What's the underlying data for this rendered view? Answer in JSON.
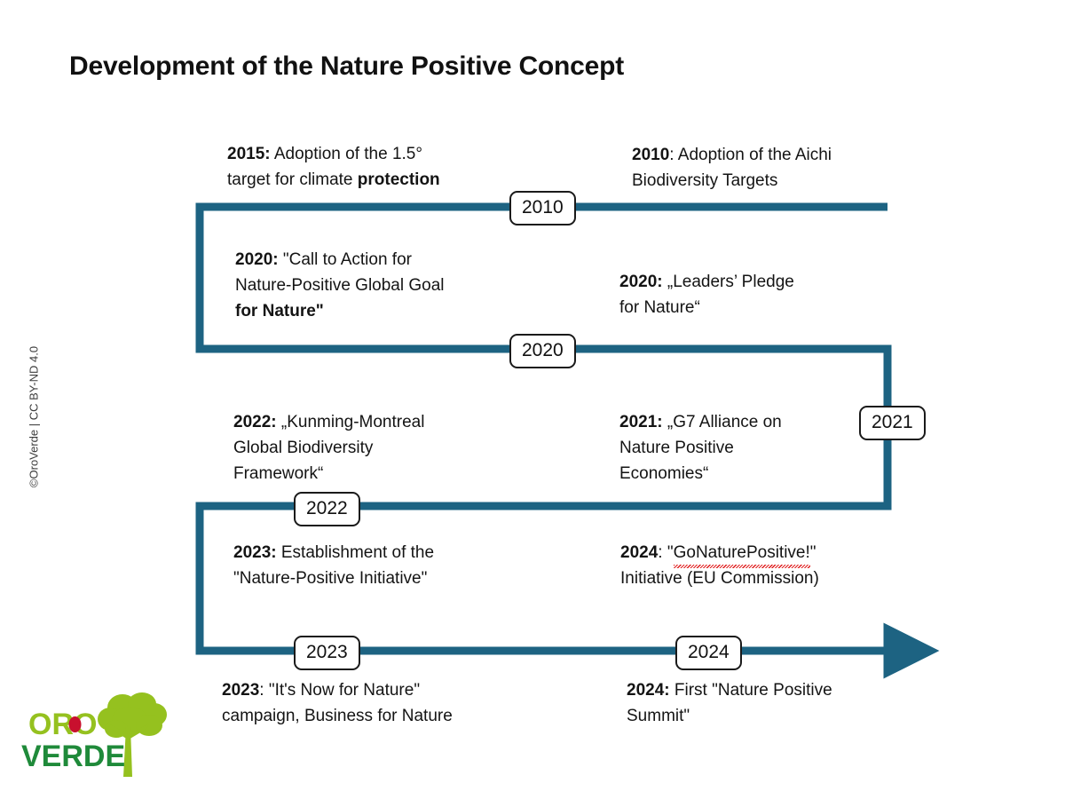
{
  "slide": {
    "title": "Development of the Nature Positive Concept",
    "background_color": "#ffffff",
    "timeline_color": "#1d6382",
    "badge_border_color": "#1a1a1a"
  },
  "credit": "©OroVerde | CC BY-ND 4.0",
  "timeline": {
    "markers": [
      {
        "label": "2010"
      },
      {
        "label": "2020"
      },
      {
        "label": "2021"
      },
      {
        "label": "2022"
      },
      {
        "label": "2023"
      },
      {
        "label": "2024"
      }
    ]
  },
  "events": [
    {
      "id": "e2015",
      "year": "2015:",
      "line1_rest": " Adoption of the 1.5°",
      "line2_pre": "target for climate ",
      "line2_bold": "protection"
    },
    {
      "id": "e2010",
      "year": "2010",
      "line1_rest": ": Adoption of the Aichi",
      "line2": "Biodiversity Targets"
    },
    {
      "id": "e2020a",
      "year": "2020:",
      "line1_rest": " \"Call to Action for",
      "line2": "Nature-Positive Global Goal",
      "line3_bold": "for Nature\""
    },
    {
      "id": "e2020b",
      "year": "2020:",
      "line1_rest": " „Leaders’ Pledge",
      "line2": "for Nature“"
    },
    {
      "id": "e2022",
      "year": "2022:",
      "line1_rest": " „Kunming-Montreal",
      "line2": "Global Biodiversity",
      "line3": "Framework“"
    },
    {
      "id": "e2021",
      "year": "2021:",
      "line1_rest": " „G7 Alliance on",
      "line2": "Nature Positive",
      "line3": "Economies“"
    },
    {
      "id": "e2023a",
      "year": "2023:",
      "line1_rest": " Establishment of the",
      "line2": "\"Nature-Positive Initiative\""
    },
    {
      "id": "e2024a",
      "year": "2024",
      "line1_pre": ": \"",
      "line1_flagged": "GoNaturePositive!",
      "line1_post": "\"",
      "line2": "Initiative (EU Commission)"
    },
    {
      "id": "e2023b",
      "year": "2023",
      "line1_rest": ": \"It's Now for Nature\"",
      "line2": "campaign, Business for Nature"
    },
    {
      "id": "e2024b",
      "year": "2024:",
      "line1_rest": " First \"Nature Positive",
      "line2": "Summit\""
    }
  ],
  "logo": {
    "word_top": "ORO",
    "word_bottom": "VERDE",
    "color_light_green": "#95c11f",
    "color_dark_green": "#1f8a3a",
    "color_dot_red": "#c8102e"
  }
}
